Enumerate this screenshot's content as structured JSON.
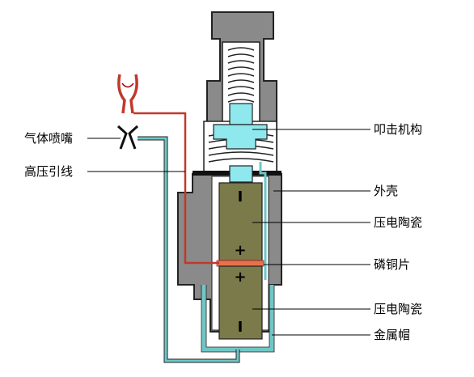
{
  "labels": {
    "gas_nozzle": "气体喷嘴",
    "hv_lead": "高压引线",
    "striker": "叩击机构",
    "housing": "外壳",
    "piezo_upper": "压电陶瓷",
    "copper_plate": "磷铜片",
    "piezo_lower": "压电陶瓷",
    "metal_cap": "金属帽"
  },
  "signs": {
    "upper_top": "I",
    "upper_bottom": "+",
    "lower_top": "+",
    "lower_bottom": "I"
  },
  "colors": {
    "housing": "#8a8a8a",
    "housing_stroke": "#222222",
    "piezo": "#7a7a4a",
    "striker": "#8ee8ee",
    "hv_wire": "#c0392b",
    "gas_tube": "#6fc7c7",
    "copper": "#e8704a",
    "leader": "#000000"
  }
}
